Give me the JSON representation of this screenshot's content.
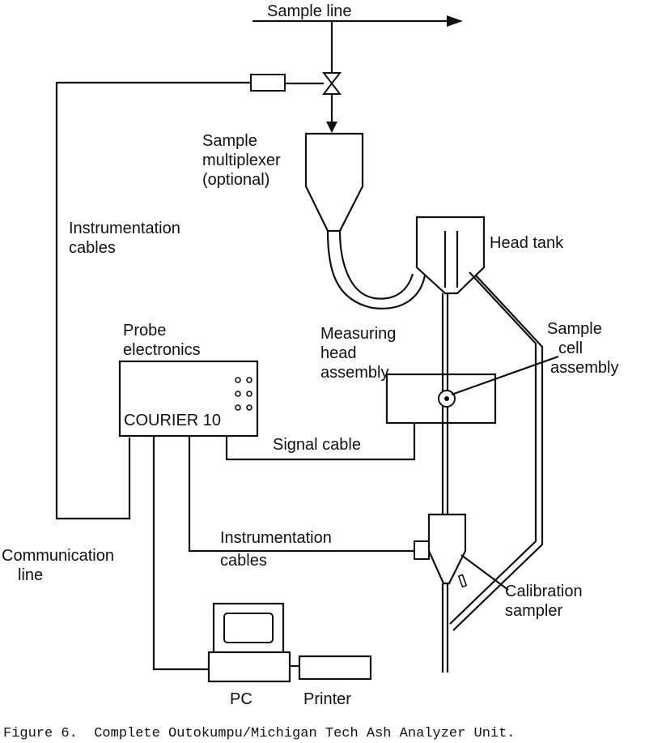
{
  "labels": {
    "sample_line": "Sample line",
    "multiplexer_1": "Sample",
    "multiplexer_2": "multiplexer",
    "multiplexer_3": "(optional)",
    "instr_cables_top_1": "Instrumentation",
    "instr_cables_top_2": "cables",
    "head_tank": "Head tank",
    "probe_electronics_1": "Probe",
    "probe_electronics_2": "electronics",
    "courier": "COURIER 10",
    "measuring_head_1": "Measuring",
    "measuring_head_2": "head",
    "measuring_head_3": "assembly",
    "sample_cell_1": "Sample",
    "sample_cell_2": "cell",
    "sample_cell_3": "assembly",
    "signal_cable": "Signal cable",
    "instr_cables_bottom_1": "Instrumentation",
    "instr_cables_bottom_2": "cables",
    "comm_line_1": "Communication",
    "comm_line_2": "line",
    "calibration_1": "Calibration",
    "calibration_2": "sampler",
    "pc": "PC",
    "printer": "Printer"
  },
  "caption": "Figure 6.  Complete Outokumpu/Michigan Tech Ash Analyzer Unit."
}
